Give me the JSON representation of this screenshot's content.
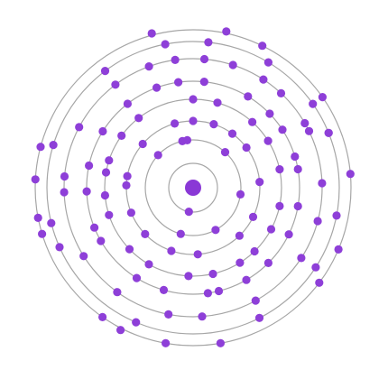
{
  "diagram": {
    "colors": {
      "orbit": "#a6a6a6",
      "dot": "#8e3fd8",
      "nucleus": "#8a38d6",
      "background": "#ffffff"
    },
    "center_dot": {
      "filled": true
    },
    "rings": [
      {
        "ring": 1,
        "angles": [
          100
        ]
      },
      {
        "ring": 2,
        "angles": [
          8,
          62,
          105,
          223,
          257,
          263,
          312
        ]
      },
      {
        "ring": 3,
        "angles": [
          -5,
          26,
          46,
          86,
          109,
          136,
          158,
          182,
          190,
          221,
          254,
          270,
          288,
          306,
          323
        ]
      },
      {
        "ring": 4,
        "angles": [
          -12,
          12,
          28,
          46,
          58,
          77,
          93,
          120,
          136,
          162,
          175,
          190,
          198,
          216,
          232,
          270,
          286,
          312,
          328
        ]
      },
      {
        "ring": 5,
        "angles": [
          -10,
          10,
          26,
          45,
          60,
          76,
          82,
          106,
          122,
          150,
          158,
          178,
          192,
          212,
          232,
          250,
          262,
          276,
          301,
          316,
          327,
          343
        ]
      },
      {
        "ring": 6,
        "angles": [
          -26,
          -2,
          15,
          33,
          61,
          86,
          101,
          126,
          148,
          178,
          185,
          208,
          233,
          250,
          262,
          275,
          288,
          303,
          313,
          330
        ]
      },
      {
        "ring": 7,
        "angles": [
          -22,
          11,
          33,
          63,
          113,
          156,
          166,
          197,
          233,
          259,
          276,
          301,
          325,
          338
        ]
      },
      {
        "ring": 8,
        "angles": [
          -5,
          23,
          37,
          80,
          100,
          125,
          163,
          169,
          183,
          195,
          296,
          325
        ]
      },
      {
        "ring": 9,
        "angles": [
          117,
          255,
          282
        ]
      }
    ]
  }
}
